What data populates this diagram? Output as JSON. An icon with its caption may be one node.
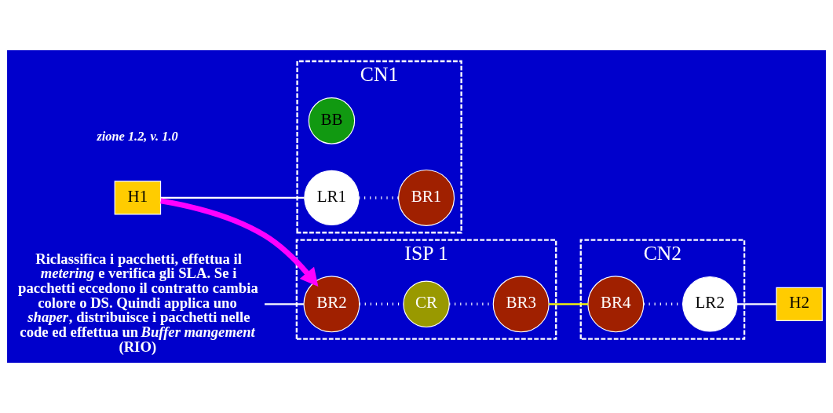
{
  "diagram": {
    "nodes": [
      {
        "text": [
          "CN1"
        ]
      },
      {
        "text": [
          "BB"
        ],
        "in": 0
      },
      {
        "text": [
          "LR1"
        ],
        "in": 0
      },
      {
        "text": [
          "BR1"
        ],
        "in": 0
      },
      {
        "text": [
          "H1"
        ]
      },
      {
        "text": [
          "ISP 1"
        ]
      },
      {
        "text": [
          "BR2"
        ],
        "in": 5
      },
      {
        "text": [
          "CR"
        ],
        "in": 5
      },
      {
        "text": [
          "BR3"
        ],
        "in": 5
      },
      {
        "text": [
          "CN2"
        ]
      },
      {
        "text": [
          "BR4"
        ],
        "in": 9
      },
      {
        "text": [
          "LR2"
        ],
        "in": 9
      },
      {
        "text": [
          "H2"
        ]
      },
      {
        "text": [
          "Riclassifica i pacchetti, effettua il *metering* e verifica gli SLA. Se i pacchetti eccedono il contratto cambia colore o DS. Quindi applica uno *shaper*, distribuisce i pacchetti nelle code ed effettua un *Buffer mangement* (RIO)"
        ]
      }
    ],
    "edges": [
      {
        "from": 4,
        "to": 2,
        "arrow": "none"
      },
      {
        "from": 2,
        "to": 3,
        "arrow": "none",
        "style": "dashed"
      },
      {
        "from": 6,
        "to": 7,
        "arrow": "none",
        "style": "dashed"
      },
      {
        "from": 7,
        "to": 8,
        "arrow": "none",
        "style": "dashed"
      },
      {
        "from": 8,
        "to": 10,
        "arrow": "none",
        "color": "#ffff00"
      },
      {
        "from": 10,
        "to": 11,
        "arrow": "none",
        "style": "dashed"
      },
      {
        "from": 11,
        "to": 12,
        "arrow": "none"
      },
      {
        "from": 4,
        "to": 6,
        "arrow": "to",
        "style": "thick",
        "color": "#ff00ff"
      },
      {
        "from": 13,
        "to": 6,
        "arrow": "none"
      }
    ],
    "labels": [
      "zione 1.2, v. 1.0"
    ]
  }
}
